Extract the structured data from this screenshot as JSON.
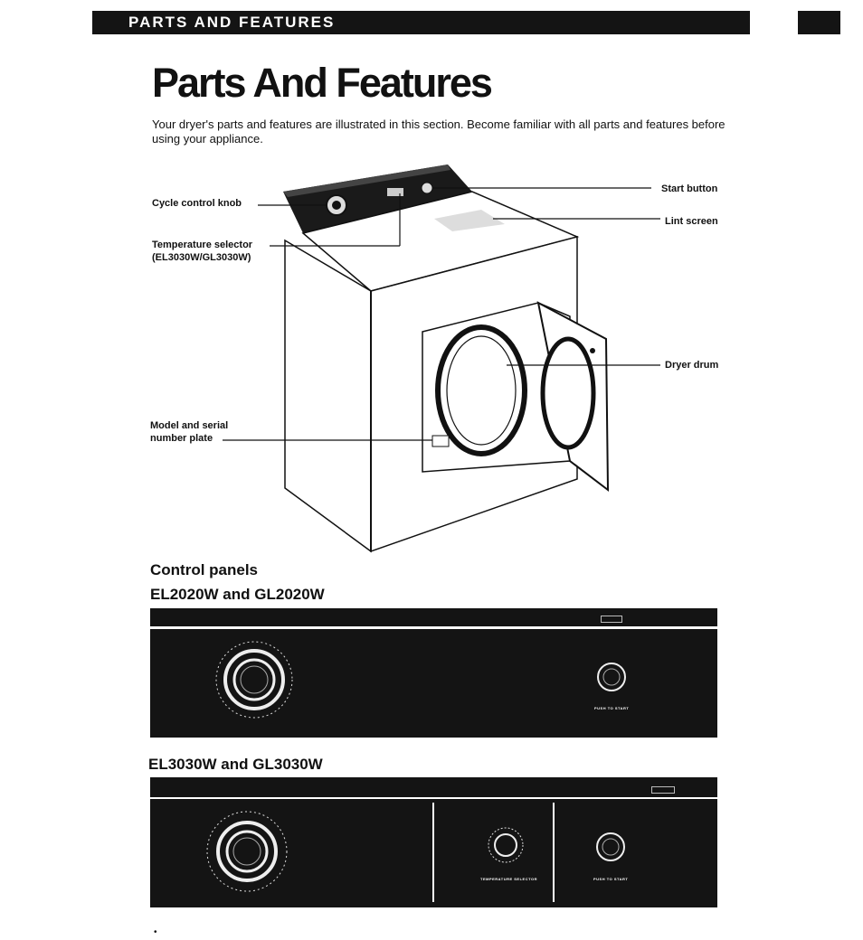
{
  "header": {
    "section_label": "PARTS AND FEATURES"
  },
  "title": "Parts And Features",
  "intro": "Your dryer's parts and features are illustrated in this section. Become familiar with all parts and features before using your appliance.",
  "callouts": {
    "cycle_control_knob": "Cycle control knob",
    "temperature_selector": "Temperature selector",
    "temperature_selector_models": "(EL3030W/GL3030W)",
    "model_serial_line1": "Model and serial",
    "model_serial_line2": "number plate",
    "start_button": "Start button",
    "lint_screen": "Lint screen",
    "dryer_drum": "Dryer drum"
  },
  "control_panels": {
    "heading": "Control panels",
    "panel1": {
      "model_heading": "EL2020W and GL2020W",
      "start_label": "PUSH TO START"
    },
    "panel2": {
      "model_heading": "EL3030W and GL3030W",
      "temp_label": "TEMPERATURE SELECTOR",
      "start_label": "PUSH TO START"
    }
  },
  "footer_mark": "•"
}
